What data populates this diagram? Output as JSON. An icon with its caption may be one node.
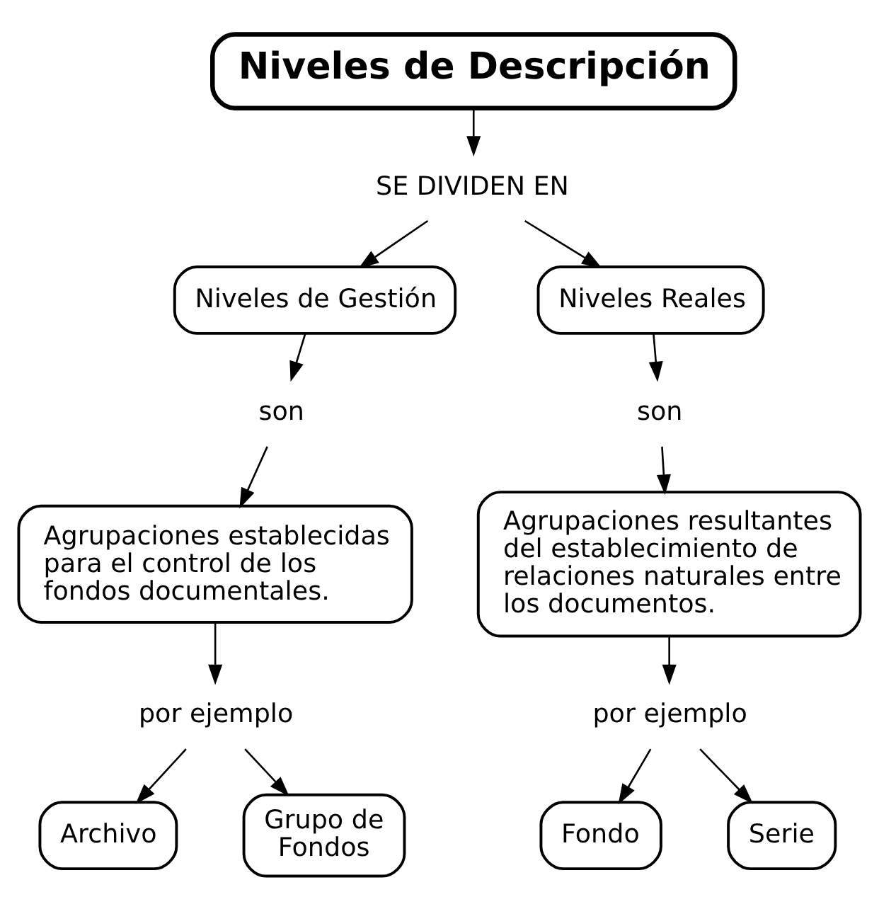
{
  "diagram": {
    "nodes": [
      {
        "text": [
          "Niveles de Descripción"
        ]
      },
      {
        "text": [
          "SE DIVIDEN EN"
        ]
      },
      {
        "text": [
          "Niveles de Gestión"
        ]
      },
      {
        "text": [
          "Niveles Reales"
        ]
      },
      {
        "text": [
          "son"
        ]
      },
      {
        "text": [
          "son"
        ]
      },
      {
        "text": [
          "Agrupaciones establecidas para el control de los fondos documentales."
        ]
      },
      {
        "text": [
          "Agrupaciones resultantes del establecimiento de relaciones naturales entre los documentos."
        ]
      },
      {
        "text": [
          "por ejemplo"
        ]
      },
      {
        "text": [
          "por ejemplo"
        ]
      },
      {
        "text": [
          "Archivo"
        ]
      },
      {
        "text": [
          "Grupo de Fondos"
        ]
      },
      {
        "text": [
          "Fondo"
        ]
      },
      {
        "text": [
          "Serie"
        ]
      }
    ],
    "edges": [
      {
        "from": 0,
        "to": 1,
        "arrow": "to"
      },
      {
        "from": 1,
        "to": 2,
        "arrow": "to"
      },
      {
        "from": 1,
        "to": 3,
        "arrow": "to"
      },
      {
        "from": 2,
        "to": 4,
        "arrow": "to"
      },
      {
        "from": 3,
        "to": 5,
        "arrow": "to"
      },
      {
        "from": 4,
        "to": 6,
        "arrow": "to"
      },
      {
        "from": 5,
        "to": 7,
        "arrow": "to"
      },
      {
        "from": 6,
        "to": 8,
        "arrow": "to"
      },
      {
        "from": 7,
        "to": 9,
        "arrow": "to"
      },
      {
        "from": 8,
        "to": 10,
        "arrow": "to"
      },
      {
        "from": 8,
        "to": 11,
        "arrow": "to"
      },
      {
        "from": 9,
        "to": 12,
        "arrow": "to"
      },
      {
        "from": 9,
        "to": 13,
        "arrow": "to"
      }
    ]
  }
}
